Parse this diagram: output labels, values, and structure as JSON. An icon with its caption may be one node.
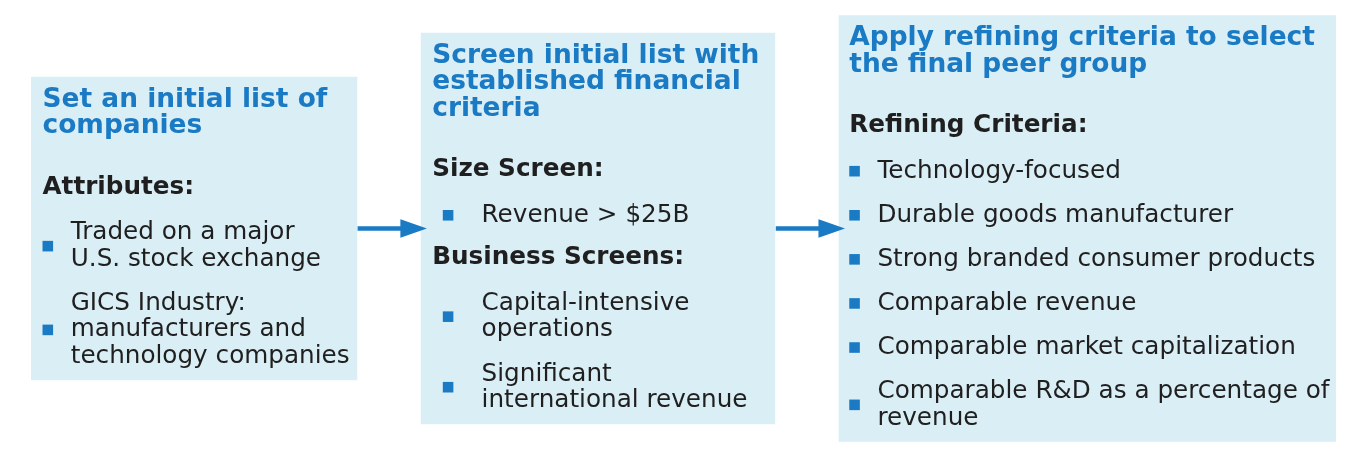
{
  "diagram": {
    "nodes": [
      {
        "text": [
          "Set an initial list of companies",
          "Attributes:",
          "Traded on a major U.S. stock exchange",
          "GICS Industry: manufacturers and technology companies"
        ]
      },
      {
        "text": [
          "Screen initial list with established financial criteria",
          "Size Screen:",
          "Revenue > $25B",
          "Business Screens:",
          "Capital-intensive operations",
          "Significant international revenue"
        ]
      },
      {
        "text": [
          "Apply refining criteria to select the final peer group",
          "Refining Criteria:",
          "Technology-focused",
          "Durable goods manufacturer",
          "Strong branded consumer products",
          "Comparable revenue",
          "Comparable market capitalization",
          "Comparable R&D as a percentage of revenue"
        ]
      }
    ],
    "edges": [
      {
        "from": 0,
        "to": 1,
        "arrow": "to"
      },
      {
        "from": 1,
        "to": 2,
        "arrow": "to"
      }
    ]
  }
}
